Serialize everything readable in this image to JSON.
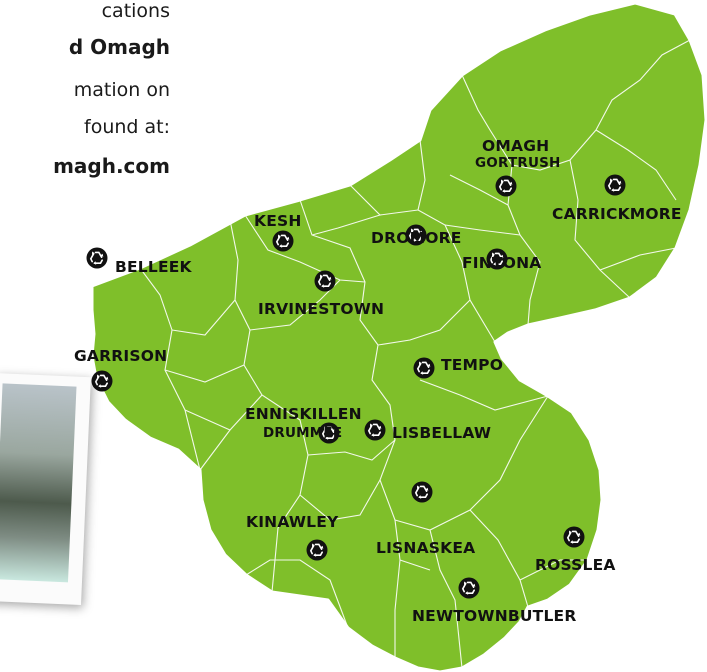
{
  "intro": {
    "line1": "cations",
    "line2": "d Omagh",
    "line3": "mation on",
    "line4": "found at:",
    "line5": "magh.com"
  },
  "map": {
    "fill_color": "#7fbf2a",
    "border_color": "#ffffff",
    "icon": "recycling-icon",
    "towns": {
      "omagh": "OMAGH",
      "gortrush": "GORTRUSH",
      "carrickmore": "CARRICKMORE",
      "kesh": "KESH",
      "dromore": "DROMORE",
      "fintona": "FINTONA",
      "belleek": "BELLEEK",
      "irvinestown": "IRVINESTOWN",
      "garrison": "GARRISON",
      "tempo": "TEMPO",
      "enniskillen": "ENNISKILLEN",
      "drummee": "DRUMMEE",
      "lisbellaw": "LISBELLAW",
      "kinawley": "KINAWLEY",
      "lisnaskea": "LISNASKEA",
      "rosslea": "ROSSLEA",
      "newtownbutler": "NEWTOWNBUTLER"
    }
  }
}
